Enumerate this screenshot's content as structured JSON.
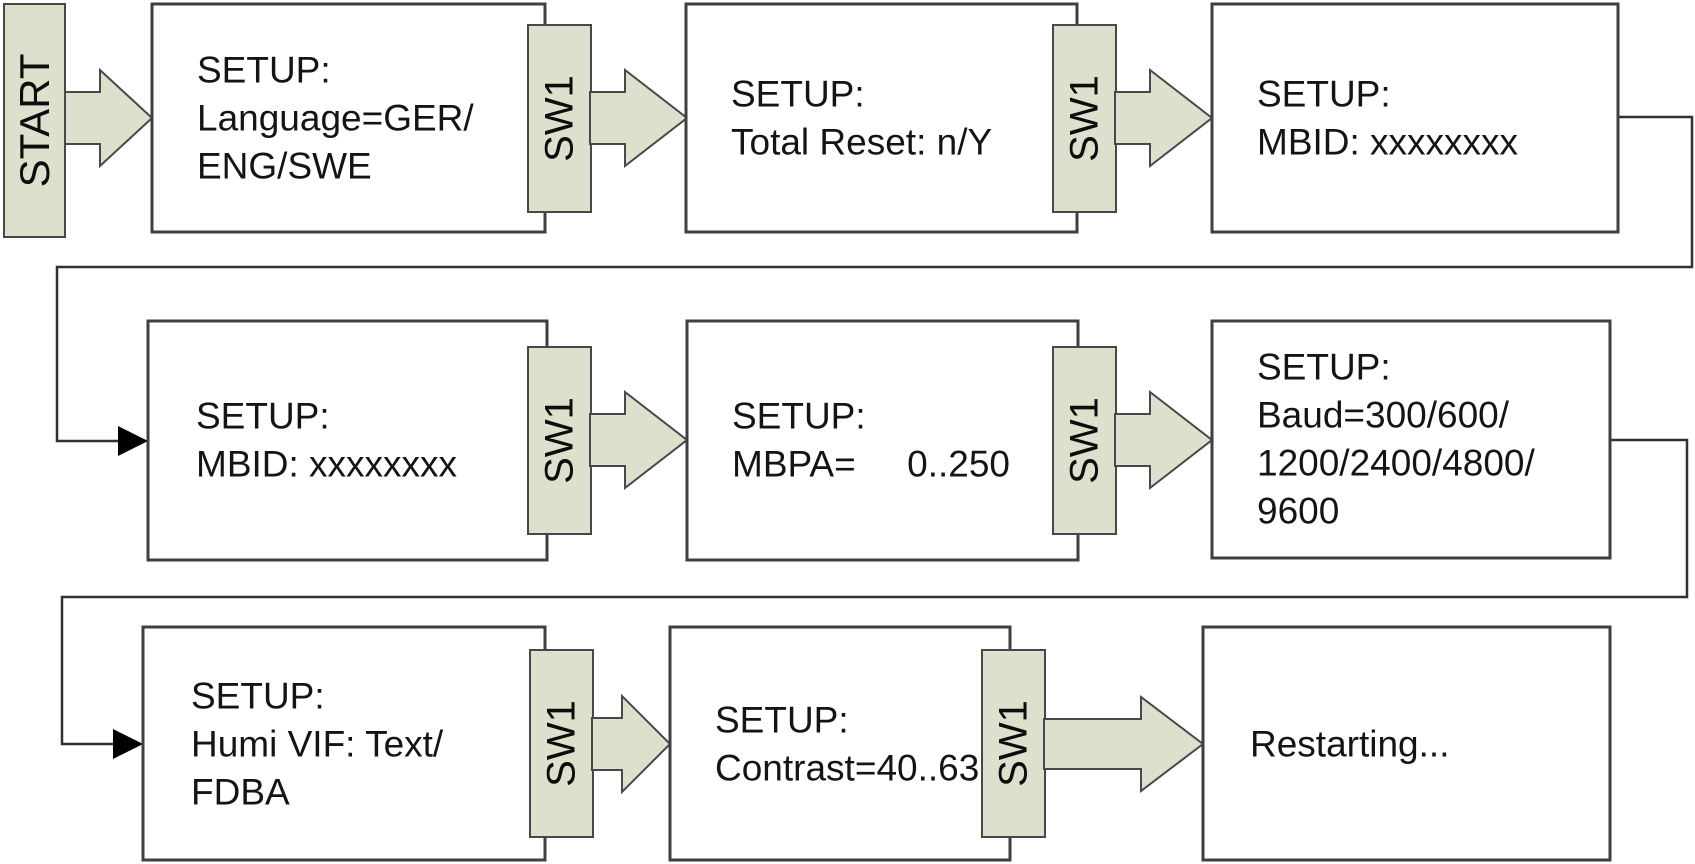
{
  "colors": {
    "node_fill": "#dce0cc",
    "node_border": "#47484a",
    "box_fill": "#ffffff",
    "box_border": "#3e3f41",
    "connector": "#2f3032",
    "text": "#141414"
  },
  "start": {
    "label": "START"
  },
  "sw1_labels": [
    "SW1",
    "SW1",
    "SW1",
    "SW1",
    "SW1",
    "SW1"
  ],
  "screens": [
    {
      "name": "language",
      "lines": [
        "SETUP:",
        "Language=GER/",
        "ENG/SWE"
      ]
    },
    {
      "name": "total-reset",
      "lines": [
        "SETUP:",
        "Total Reset: n/Y"
      ]
    },
    {
      "name": "mbid-first",
      "lines": [
        "SETUP:",
        "MBID: xxxxxxxx"
      ]
    },
    {
      "name": "mbid-second",
      "lines": [
        "SETUP:",
        "MBID: xxxxxxxx"
      ]
    },
    {
      "name": "mbpa",
      "lines": [
        "SETUP:",
        "MBPA=     0..250"
      ]
    },
    {
      "name": "baud",
      "lines": [
        "SETUP:",
        "Baud=300/600/",
        "1200/2400/4800/",
        "9600"
      ]
    },
    {
      "name": "humi-vif",
      "lines": [
        "SETUP:",
        "Humi VIF: Text/",
        "FDBA"
      ]
    },
    {
      "name": "contrast",
      "lines": [
        "SETUP:",
        "Contrast=40..63"
      ]
    },
    {
      "name": "restarting",
      "lines": [
        "Restarting..."
      ]
    }
  ]
}
